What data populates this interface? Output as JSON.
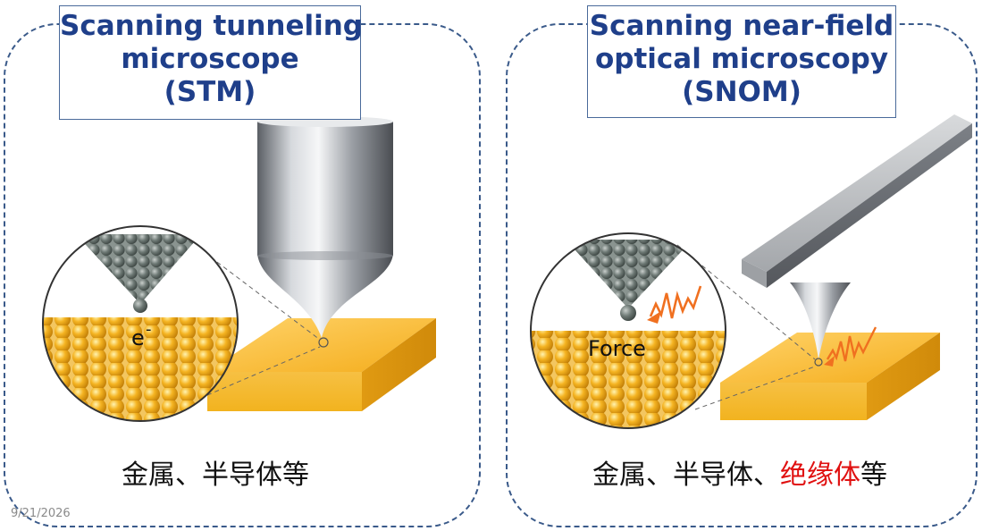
{
  "stm": {
    "title_lines": [
      "Scanning tunneling",
      "microscope",
      "(STM)"
    ],
    "inset_label": "e",
    "inset_label_sup": "-",
    "caption": "金属、半导体等"
  },
  "snom": {
    "title_lines": [
      "Scanning near-field",
      "optical microscopy",
      "(SNOM)"
    ],
    "inset_label": "Force",
    "caption_plain": "金属、半导体、",
    "caption_highlight": "绝缘体",
    "caption_tail": "等"
  },
  "footer": {
    "date": "9/21/2026"
  },
  "colors": {
    "title_text": "#1f3f8a",
    "dashed_border": "#3a5a8a",
    "highlight": "#e01010",
    "sample_gold": "#f5b82a"
  }
}
